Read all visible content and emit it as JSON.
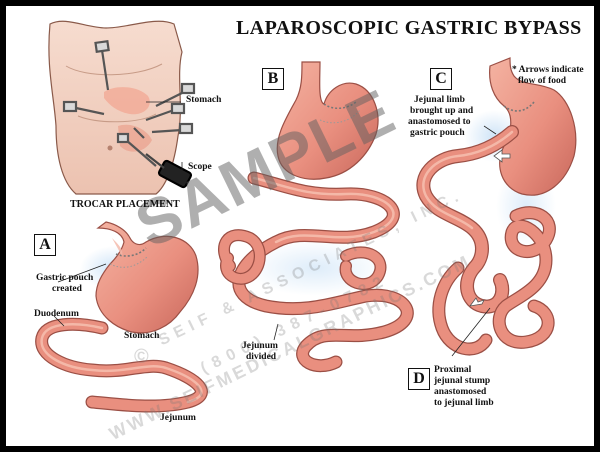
{
  "title": "LAPAROSCOPIC GASTRIC BYPASS",
  "panels": {
    "a": "A",
    "b": "B",
    "c": "C",
    "d": "D"
  },
  "labels": {
    "stomach_top": "Stomach",
    "scope": "Scope",
    "trocar_placement": "TROCAR PLACEMENT",
    "arrows_note_1": "* Arrows indicate",
    "arrows_note_2": "flow of food",
    "jejunal_limb_1": "Jejunal limb",
    "jejunal_limb_2": "brought up and",
    "jejunal_limb_3": "anastomosed to",
    "jejunal_limb_4": "gastric pouch",
    "gastric_pouch_1": "Gastric pouch",
    "gastric_pouch_2": "created",
    "duodenum": "Duodenum",
    "stomach_a": "Stomach",
    "jejunum_divided_1": "Jejunum",
    "jejunum_divided_2": "divided",
    "jejunum": "Jejunum",
    "proximal_1": "Proximal",
    "proximal_2": "jejunal stump",
    "proximal_3": "anastomosed",
    "proximal_4": "to jejunal limb"
  },
  "watermark": {
    "sample": "SAMPLE",
    "company": "SEIF & ASSOCIATES, INC.",
    "phone": "(800) 387-0782",
    "web": "WWW.SEIFMEDICALGRAPHICS.COM",
    "copyright": "©"
  },
  "colors": {
    "tissue": "#e98f7f",
    "tissue_dark": "#c9685c",
    "tissue_light": "#f6c2b3",
    "skin": "#f3d4c6",
    "glow": "#cde3f7"
  }
}
